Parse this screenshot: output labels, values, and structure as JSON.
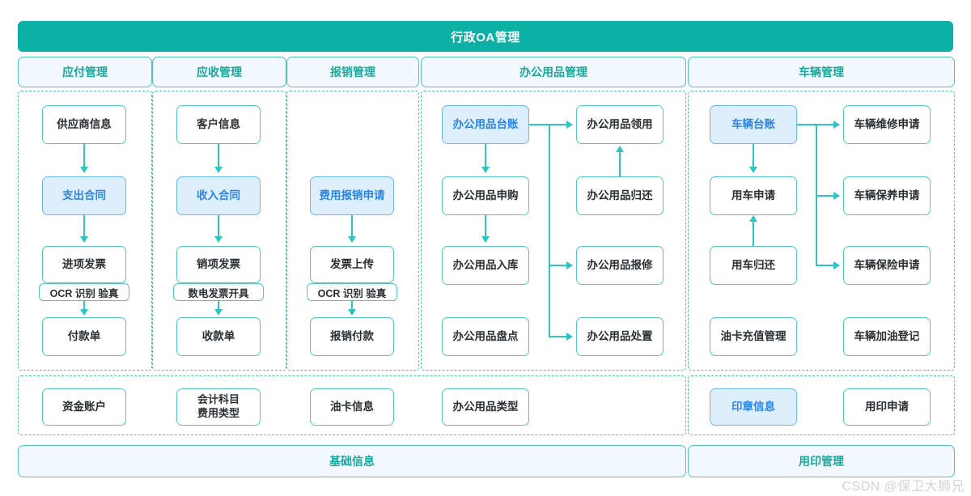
{
  "header": {
    "title": "行政OA管理"
  },
  "columns": [
    {
      "id": "payable",
      "label": "应付管理"
    },
    {
      "id": "receivable",
      "label": "应收管理"
    },
    {
      "id": "reimbursement",
      "label": "报销管理"
    },
    {
      "id": "office_supplies",
      "label": "办公用品管理"
    },
    {
      "id": "vehicle",
      "label": "车辆管理"
    }
  ],
  "payable_nodes": [
    {
      "label": "供应商信息",
      "style": "plain"
    },
    {
      "label": "支出合同",
      "style": "blue"
    },
    {
      "label": "进项发票",
      "style": "plain"
    },
    {
      "label": "付款单",
      "style": "plain"
    }
  ],
  "payable_sublabel": "OCR 识别 验真",
  "receivable_nodes": [
    {
      "label": "客户信息",
      "style": "plain"
    },
    {
      "label": "收入合同",
      "style": "blue"
    },
    {
      "label": "销项发票",
      "style": "plain"
    },
    {
      "label": "收款单",
      "style": "plain"
    }
  ],
  "receivable_sublabel": "数电发票开具",
  "reimbursement_nodes": [
    {
      "label": "费用报销申请",
      "style": "blue"
    },
    {
      "label": "发票上传",
      "style": "plain"
    },
    {
      "label": "报销付款",
      "style": "plain"
    }
  ],
  "reimbursement_sublabel": "OCR 识别 验真",
  "office_nodes": {
    "ledger": "办公用品台账",
    "purchase": "办公用品申购",
    "inbound": "办公用品入库",
    "stocktake": "办公用品盘点",
    "issue": "办公用品领用",
    "return": "办公用品归还",
    "repair": "办公用品报修",
    "disposal": "办公用品处置"
  },
  "vehicle_nodes": {
    "ledger": "车辆台账",
    "apply": "用车申请",
    "return": "用车归还",
    "fuelcard": "油卡充值管理",
    "maintain": "车辆维修申请",
    "upkeep": "车辆保养申请",
    "insurance": "车辆保险申请",
    "refuel": "车辆加油登记"
  },
  "basic_info": {
    "footer_label": "基础信息",
    "nodes": [
      {
        "label": "资金账户",
        "lines": [
          "资金账户"
        ]
      },
      {
        "label": "会计科目 费用类型",
        "lines": [
          "会计科目",
          "费用类型"
        ]
      },
      {
        "label": "油卡信息",
        "lines": [
          "油卡信息"
        ]
      },
      {
        "label": "办公用品类型",
        "lines": [
          "办公用品类型"
        ]
      }
    ]
  },
  "seal_mgmt": {
    "footer_label": "用印管理",
    "nodes": [
      {
        "label": "印章信息",
        "style": "blue"
      },
      {
        "label": "用印申请",
        "style": "plain"
      }
    ]
  },
  "watermark": "CSDN @保卫大狮兄",
  "colors": {
    "teal": "#0cb0a4",
    "teal_border": "#52c5bc",
    "teal_text": "#1aa79c",
    "connector": "#2ec4c0",
    "blue_fill": "#ddeffc",
    "blue_border": "#6cb6f0",
    "blue_text": "#2a85e8",
    "chip_fill": "#f2f8fd",
    "node_text": "#2b2f33",
    "watermark": "#cfd4d8"
  }
}
